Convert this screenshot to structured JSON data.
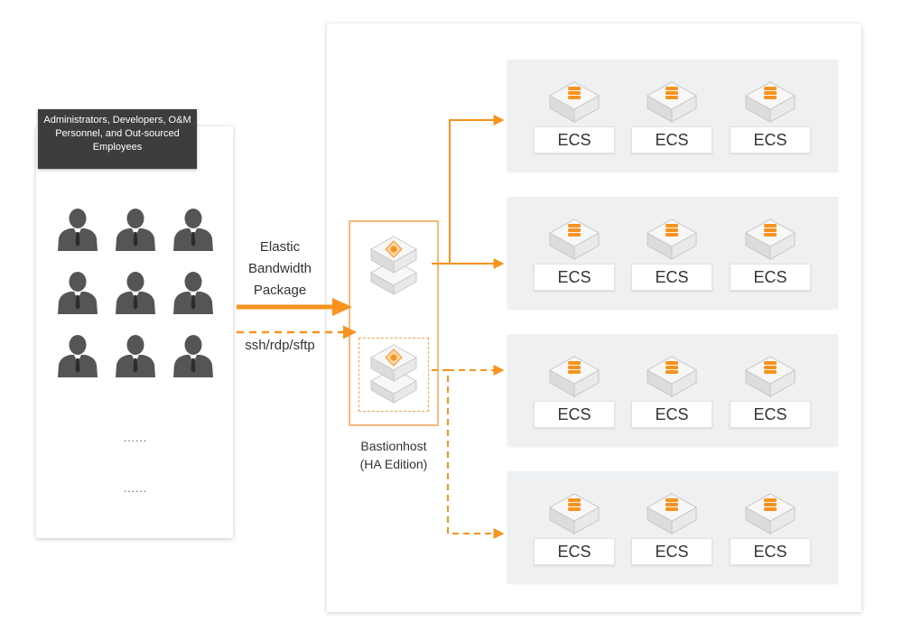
{
  "users": {
    "header": "Administrators, Developers, O&M Personnel, and Out-sourced Employees",
    "ellipsis": [
      "......",
      "......"
    ]
  },
  "connection": {
    "label_lines": [
      "Elastic",
      "Bandwidth",
      "Package"
    ],
    "protocol": "ssh/rdp/sftp"
  },
  "bastion": {
    "label_lines": [
      "Bastionhost",
      "(HA Edition)"
    ]
  },
  "ecs": {
    "label": "ECS",
    "groups": 4,
    "per_group": 3
  },
  "colors": {
    "accent": "#f7931e",
    "accent_light": "#f5b97a",
    "dark": "#3d3d3d",
    "user_icon": "#555555",
    "panel_bg": "#eef0f2"
  }
}
